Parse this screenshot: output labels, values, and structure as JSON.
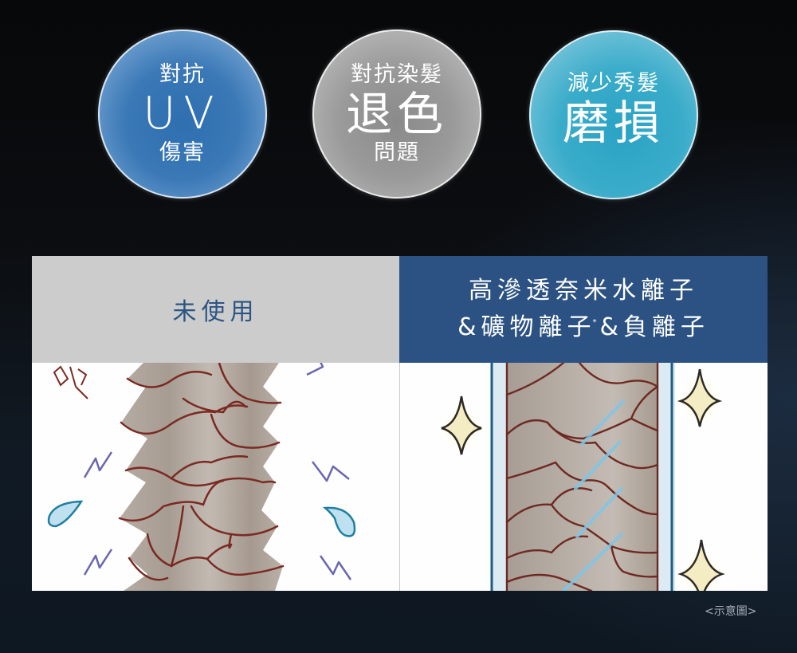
{
  "circles": [
    {
      "id": "uv",
      "top": "對抗",
      "main": "UV",
      "bottom": "傷害",
      "color": "#3a78b6"
    },
    {
      "id": "fade",
      "top": "對抗染髮",
      "main": "退色",
      "bottom": "問題",
      "color": "#9a9a9a"
    },
    {
      "id": "wear",
      "top": "減少秀髮",
      "main": "磨損",
      "bottom": "",
      "color": "#3aacca"
    }
  ],
  "comparison": {
    "left": {
      "header": "未使用",
      "header_bg": "#cccccc",
      "header_color": "#2c5583",
      "illustration": "damaged-hair-cuticle-with-lightning-and-water-drops"
    },
    "right": {
      "header_line1": "高滲透奈米水離子",
      "header_line2_a": "&礦物離子",
      "header_line2_sup": "*",
      "header_line2_b": "&負離子",
      "header_bg": "#2b5282",
      "header_color": "#ffffff",
      "illustration": "smooth-hair-cuticle-with-sparkles"
    }
  },
  "footnote": "<示意圖>"
}
